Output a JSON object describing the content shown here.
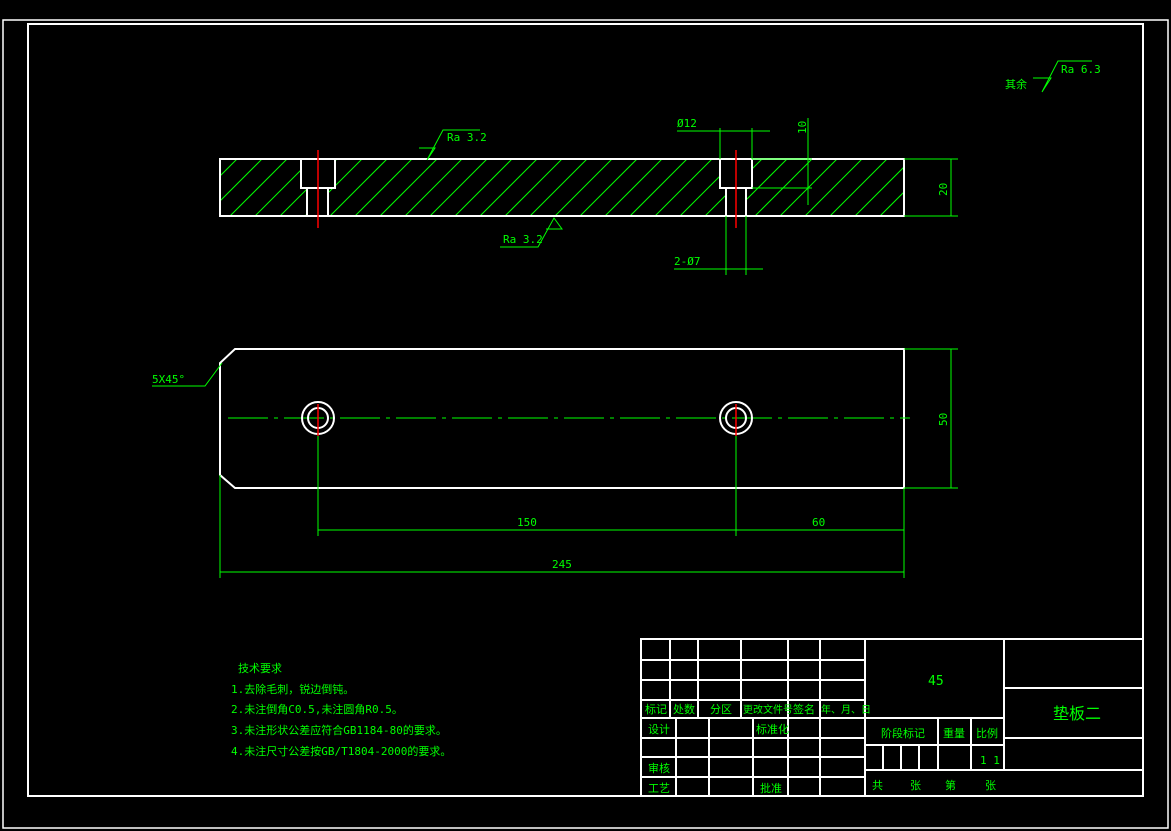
{
  "drawing": {
    "roughness_other": {
      "label": "其余",
      "value": "Ra 6.3"
    },
    "roughness_top": "Ra 3.2",
    "roughness_bottom": "Ra 3.2",
    "dim_counterbore": "Ø12",
    "dim_depth": "10",
    "dim_holes": "2-Ø7",
    "dim_thickness": "20",
    "dim_chamfer": "5X45°",
    "dim_width": "50",
    "dim_hole_spacing": "150",
    "dim_edge": "60",
    "dim_length": "245"
  },
  "tech_requirements": {
    "title": "技术要求",
    "items": [
      "1.去除毛刺，锐边倒钝。",
      "2.未注倒角C0.5,未注圆角R0.5。",
      "3.未注形状公差应符合GB1184-80的要求。",
      "4.未注尺寸公差按GB/T1804-2000的要求。"
    ]
  },
  "title_block": {
    "headers": [
      "标记",
      "处数",
      "分区",
      "更改文件号",
      "签名",
      "年、月、日"
    ],
    "design": "设计",
    "standardization": "标准化",
    "review": "审核",
    "process": "工艺",
    "approve": "批准",
    "material": "45",
    "part_name": "垫板二",
    "stage_mark": "阶段标记",
    "weight": "重量",
    "scale_label": "比例",
    "scale": "1 1",
    "sheets_total": "共",
    "sheets_unit1": "张",
    "sheet_no": "第",
    "sheets_unit2": "张"
  }
}
